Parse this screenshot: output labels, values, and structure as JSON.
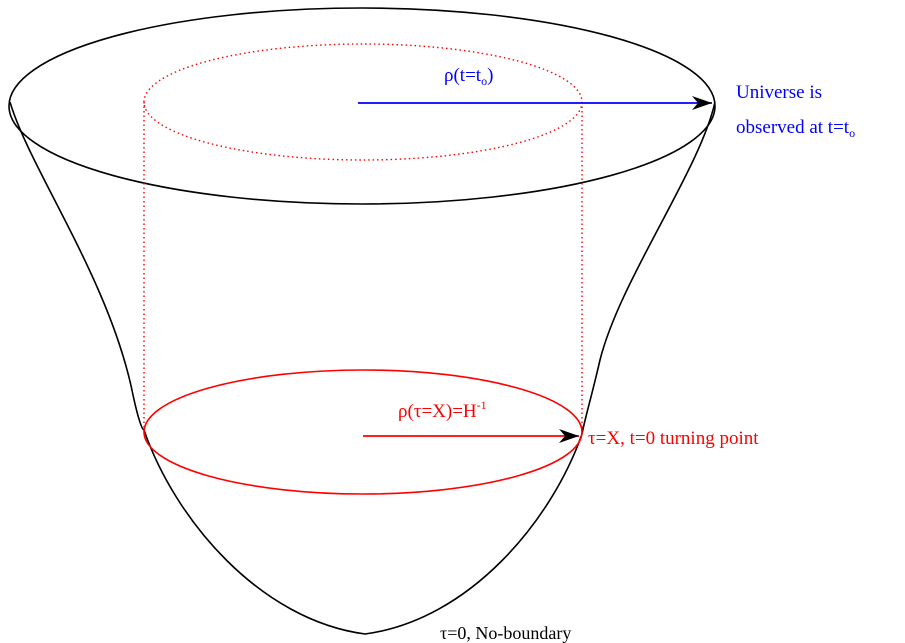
{
  "colors": {
    "outline": "#000000",
    "accent_red": "#ff0000",
    "accent_blue": "#0000ff",
    "arrowhead": "#000000"
  },
  "labels": {
    "rho_now_prefix": "ρ(t=t",
    "rho_now_sub": "o",
    "rho_now_suffix": ")",
    "universe_line1": "Universe is",
    "universe_line2_prefix": "observed at t=t",
    "universe_line2_sub": "o",
    "rho_x_prefix": "ρ(τ=X)=H",
    "rho_x_sup": "-1",
    "turning_point": "τ=X, t=0 turning point",
    "no_boundary": "τ=0, No-boundary"
  }
}
